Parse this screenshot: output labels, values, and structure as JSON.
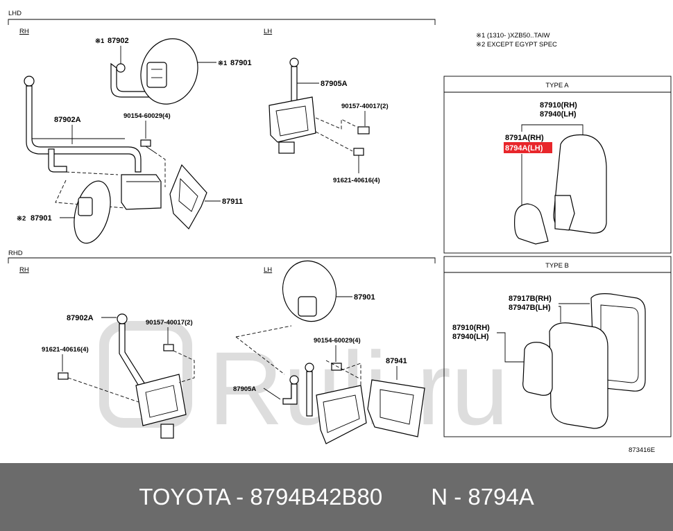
{
  "sections": {
    "lhd": "LHD",
    "rhd": "RHD",
    "rh": "RH",
    "lh": "LH"
  },
  "notes": {
    "note1": "※1 (1310-      )XZB50..TAIW",
    "note2": "※2 EXCEPT EGYPT SPEC"
  },
  "types": {
    "type_a": "TYPE A",
    "type_b": "TYPE B"
  },
  "parts": {
    "p87902": "87902",
    "p87901": "87901",
    "p87902a": "87902A",
    "p90154": "90154-60029(4)",
    "p87911": "87911",
    "p87905a": "87905A",
    "p90157": "90157-40017(2)",
    "p91621": "91621-40616(4)",
    "p87941": "87941",
    "p87910rh": "87910(RH)",
    "p87940lh": "87940(LH)",
    "p8791a": "8791A(RH)",
    "p8794a": "8794A(LH)",
    "p87917b": "87917B(RH)",
    "p87947b": "87947B(LH)",
    "mark1": "※1",
    "mark2": "※2"
  },
  "figure_code": "873416E",
  "watermark": "Ruli.ru",
  "footer": {
    "left": "TOYOTA - 8794B42B80",
    "right": "N - 8794A"
  },
  "colors": {
    "highlight": "#e8262b",
    "footer_bg": "#6b6b6b"
  }
}
